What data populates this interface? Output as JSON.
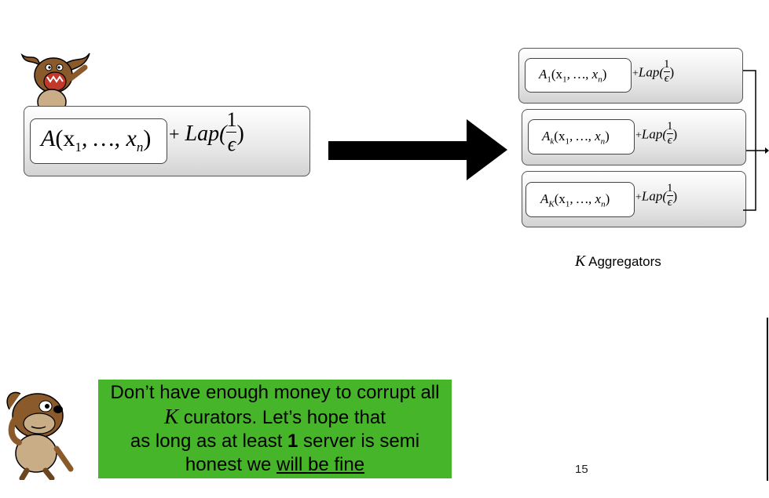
{
  "left_formula": {
    "func": "A",
    "args": "(x",
    "sub1": "1",
    "mid": ", …, x",
    "subn": "n",
    "close": ")",
    "plus": "+",
    "lap": "Lap(",
    "num": "1",
    "den": "ϵ",
    "lap_close": ")"
  },
  "aggregators": [
    {
      "func": "A",
      "sub": "1",
      "args": "(x",
      "sub1": "1",
      "mid": ", …, x",
      "subn": "n",
      "close": ")",
      "plus": "+",
      "lap": "Lap(",
      "num": "1",
      "den": "ϵ",
      "lap_close": ")"
    },
    {
      "func": "A",
      "sub": "k",
      "args": "(x",
      "sub1": "1",
      "mid": ", …, x",
      "subn": "n",
      "close": ")",
      "plus": "+",
      "lap": "Lap(",
      "num": "1",
      "den": "ϵ",
      "lap_close": ")"
    },
    {
      "func": "A",
      "sub": "K",
      "args": "(x",
      "sub1": "1",
      "mid": ", …, x",
      "subn": "n",
      "close": ")",
      "plus": "+",
      "lap": "Lap(",
      "num": "1",
      "den": "ϵ",
      "lap_close": ")"
    }
  ],
  "aggregators_label": {
    "var": "K",
    "text": " Aggregators"
  },
  "callout": {
    "line1": "Don’t have enough money to corrupt all",
    "line2_var": "K",
    "line2_rest": " curators. Let’s hope that",
    "line3_pre": "as long as at least ",
    "line3_bold": "1",
    "line3_post": " server is semi",
    "line4_pre": "honest we ",
    "line4_underline": "will be fine"
  },
  "page_number": "15",
  "icons": [
    "taz-angry-icon",
    "taz-thinking-icon",
    "right-arrow-icon"
  ],
  "colors": {
    "callout_bg": "#47b52a",
    "taz_fur": "#8a5a2b",
    "taz_belly": "#c9ad87"
  }
}
